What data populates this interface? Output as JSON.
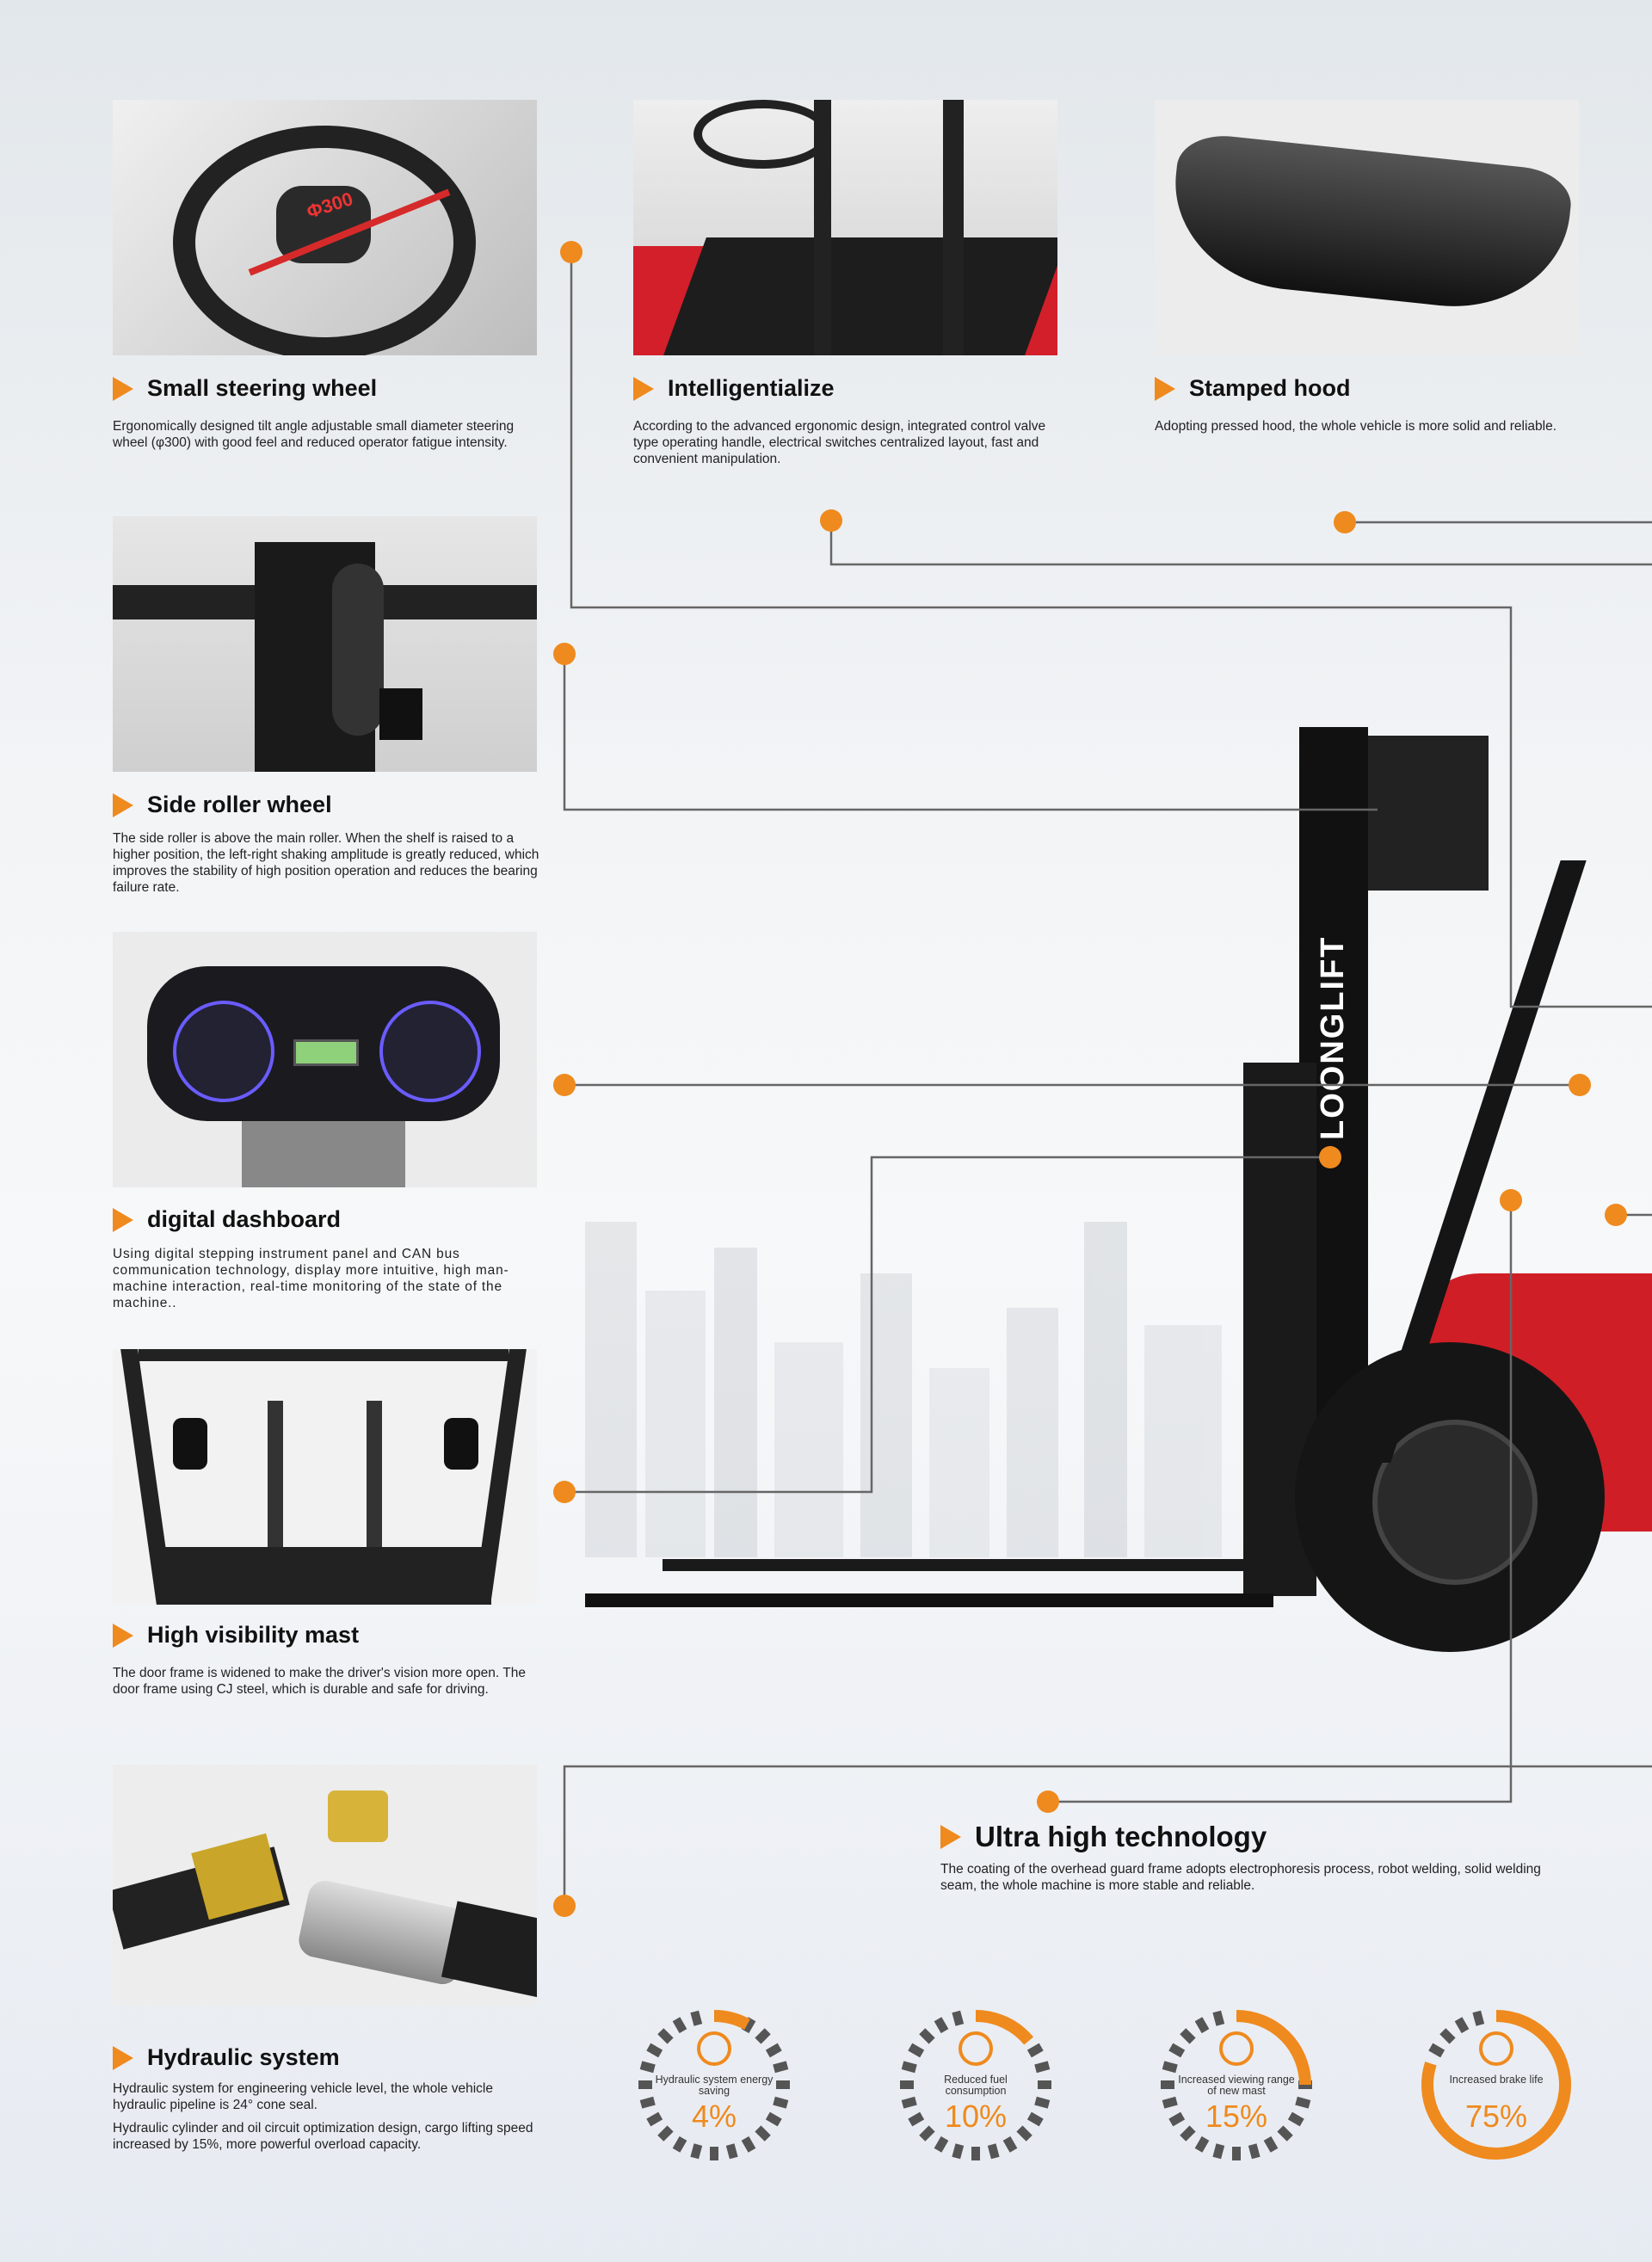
{
  "brand": "LOONGLIFT",
  "accent_color": "#ef8a1e",
  "features": [
    {
      "title": "Small steering wheel",
      "image_label": "Φ300",
      "desc": [
        "Ergonomically designed tilt angle adjustable small diameter steering wheel (φ300) with good feel and reduced operator fatigue intensity."
      ]
    },
    {
      "title": "Intelligentialize",
      "desc": [
        "According to the advanced ergonomic design, integrated control valve type operating handle, electrical switches centralized layout, fast and convenient manipulation."
      ]
    },
    {
      "title": "Stamped hood",
      "desc": [
        "Adopting pressed hood, the whole vehicle is more solid and reliable."
      ]
    },
    {
      "title": "Side roller wheel",
      "desc": [
        "The side roller is above the main roller. When the shelf is raised to a higher position, the left-right shaking amplitude is greatly reduced, which improves the stability of high position operation and reduces the bearing failure rate."
      ]
    },
    {
      "title": "digital dashboard",
      "desc": [
        "Using digital stepping instrument panel and CAN bus communication technology, display more intuitive, high man-machine interaction, real-time monitoring of the state of the machine.."
      ]
    },
    {
      "title": "High visibility mast",
      "desc": [
        "The door frame is widened to make the driver's vision more open. The door frame using CJ steel, which is durable and safe for driving."
      ]
    },
    {
      "title": "Hydraulic system",
      "desc": [
        "Hydraulic system for engineering vehicle level, the whole vehicle hydraulic pipeline is 24° cone seal.",
        "Hydraulic cylinder and oil circuit optimization design, cargo lifting speed increased by 15%, more powerful overload capacity."
      ]
    },
    {
      "title": "Ultra high technology",
      "desc": [
        "The coating of the overhead guard frame adopts electrophoresis process, robot welding, solid welding seam, the whole machine is more stable and reliable."
      ]
    }
  ],
  "stats": [
    {
      "label": "Hydraulic system energy saving",
      "value": "4%",
      "percent": 4,
      "icon": "steering-wheel-icon"
    },
    {
      "label": "Reduced fuel consumption",
      "value": "10%",
      "percent": 10,
      "icon": "fuel-can-icon"
    },
    {
      "label": "Increased viewing range of new mast",
      "value": "15%",
      "percent": 15,
      "icon": "mast-view-icon"
    },
    {
      "label": "Increased brake life",
      "value": "75%",
      "percent": 75,
      "icon": "brake-disc-icon"
    }
  ]
}
